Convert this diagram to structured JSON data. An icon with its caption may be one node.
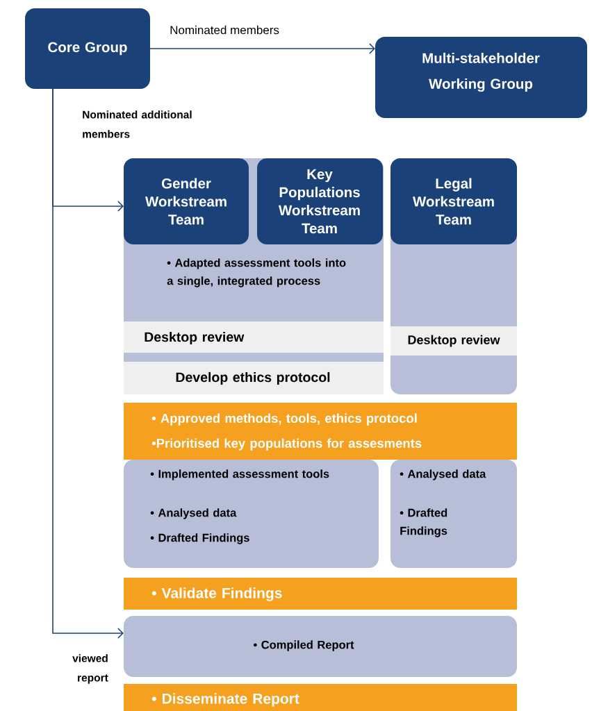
{
  "diagram": {
    "nodes": [
      {
        "text": [
          "Core Group"
        ]
      },
      {
        "text": [
          "Multi-stakeholder Working Group"
        ]
      },
      {
        "text": [
          "• Adapted assessment tools into a single, integrated process"
        ]
      },
      {
        "text": [
          "Gender Workstream Team"
        ],
        "in": 2
      },
      {
        "text": [
          "Key Populations Workstream Team"
        ],
        "in": 2
      },
      {
        "text": [
          "Desktop review"
        ],
        "in": 2
      },
      {
        "text": [
          "Develop ethics protocol"
        ],
        "in": 2
      },
      {
        "text": [],
        "shape": "box"
      },
      {
        "text": [
          "Legal Workstream Team"
        ],
        "in": 7
      },
      {
        "text": [
          "Desktop review"
        ],
        "in": 7
      },
      {
        "text": [
          "• Approved methods, tools, ethics protocol",
          "•Prioritised key populations for assesments"
        ]
      },
      {
        "text": [
          "• Implemented assessment tools",
          "• Analysed data",
          "• Drafted Findings"
        ]
      },
      {
        "text": [
          "• Analysed data",
          "• Drafted Findings"
        ]
      },
      {
        "text": [
          "• Validate Findings"
        ]
      },
      {
        "text": [
          "• Compiled Report"
        ]
      },
      {
        "text": [
          "• Disseminate Report"
        ]
      }
    ],
    "edges": [
      {
        "from": 0,
        "to": 1,
        "arrow": "to",
        "label": "Nominated members"
      },
      {
        "from": 0,
        "to": 2,
        "arrow": "to",
        "label": "Nominated additional members"
      },
      {
        "from": 0,
        "to": 14,
        "arrow": "to",
        "label": "viewed report"
      }
    ]
  }
}
